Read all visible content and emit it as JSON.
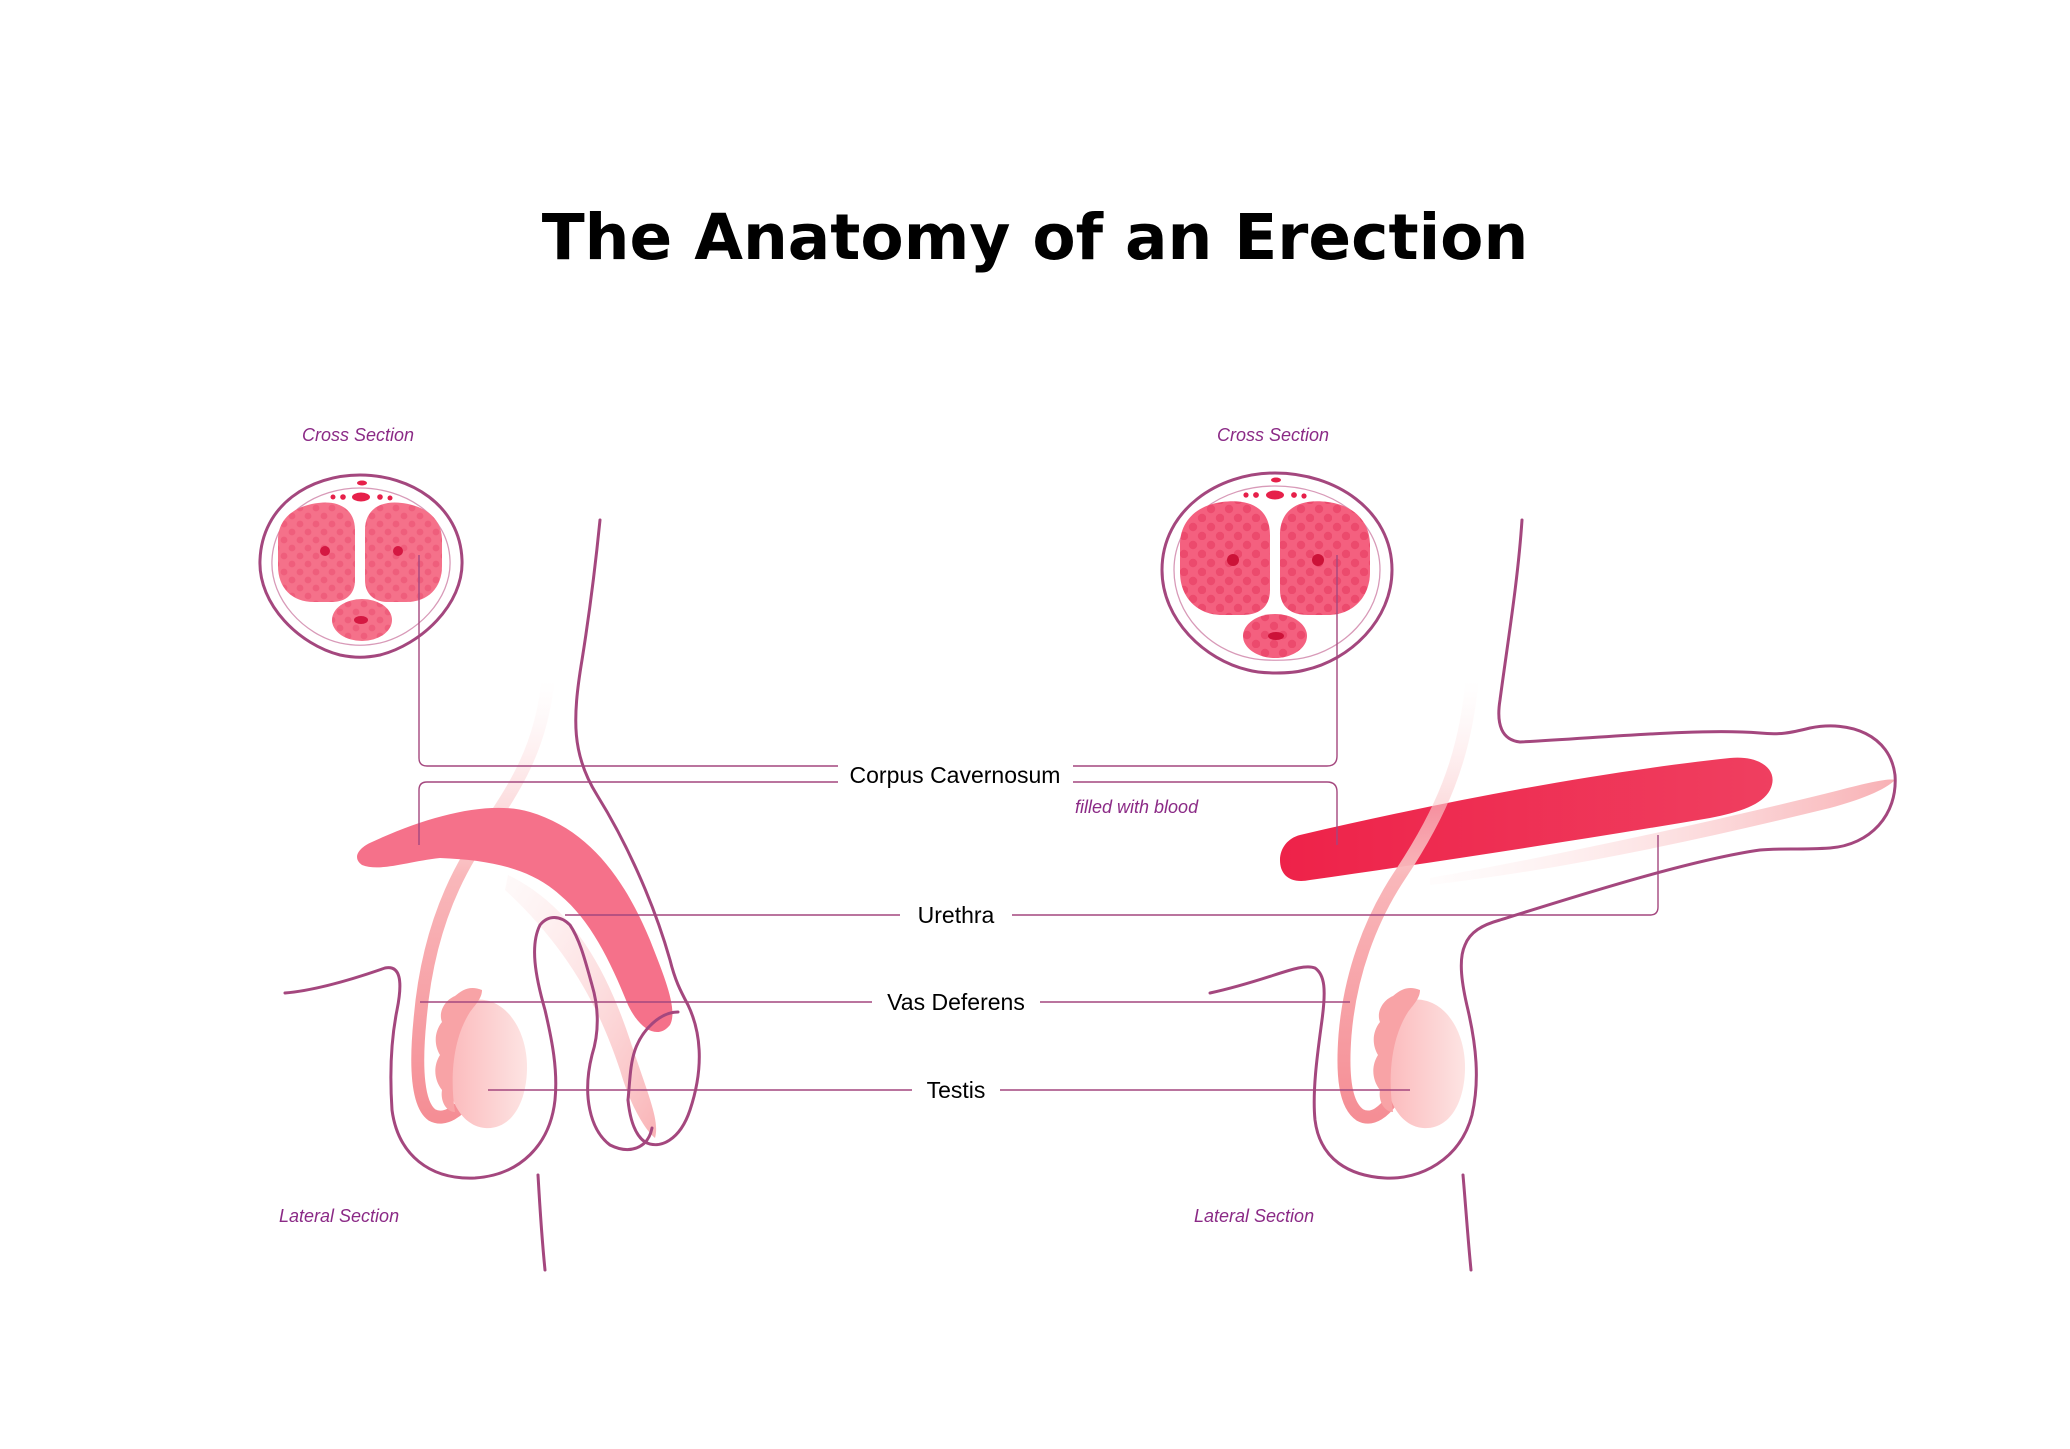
{
  "title": "The Anatomy of an Erection",
  "colors": {
    "outline": "#a4477e",
    "annotation": "#8b2a86",
    "corpus_flaccid": "#f5718a",
    "corpus_erect": "#ec2b54",
    "testis": "#fbc3c3",
    "urethra": "#fac0c2"
  },
  "labels": {
    "corpus_cavernosum": "Corpus Cavernosum",
    "urethra": "Urethra",
    "vas_deferens": "Vas Deferens",
    "testis": "Testis"
  },
  "annotations": {
    "cross_section_left": "Cross Section",
    "cross_section_right": "Cross Section",
    "lateral_section_left": "Lateral Section",
    "lateral_section_right": "Lateral Section",
    "filled_with_blood": "filled with blood"
  }
}
